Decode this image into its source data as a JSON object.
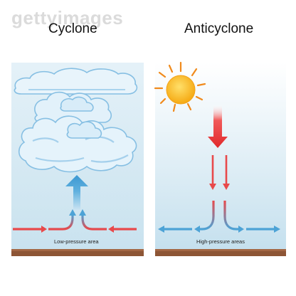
{
  "watermark": "gettyimages",
  "panels": {
    "left": {
      "title": "Cyclone",
      "ground_label": "Low-pressure area"
    },
    "right": {
      "title": "Anticyclone",
      "ground_label": "High-pressure areas"
    }
  },
  "colors": {
    "sky_top": "#ffffff",
    "sky_bottom": "#c9e2ee",
    "ground": "#8a5332",
    "ground_top": "#9e6440",
    "cloud_fill": "#e6f3fb",
    "cloud_stroke": "#8fc3e6",
    "cloud_shade": "#bcdcf1",
    "arrow_red": "#e8494b",
    "arrow_blue": "#4da3d6",
    "sun": "#f7b91f",
    "sun_rays": "#f08a1c",
    "sun_arrow": "#e52a2a"
  },
  "icons": {
    "sun": "sun-icon",
    "cloud": "cloud-icon"
  }
}
